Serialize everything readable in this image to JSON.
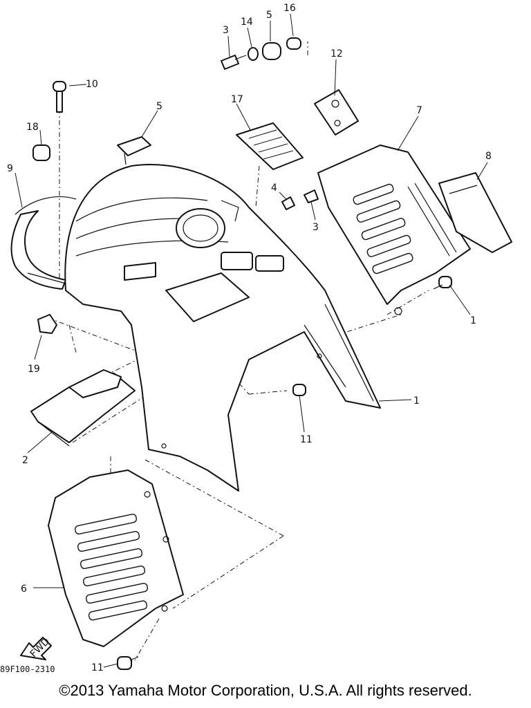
{
  "callouts": [
    "1",
    "1",
    "2",
    "3",
    "3",
    "4",
    "5",
    "5",
    "6",
    "7",
    "8",
    "9",
    "10",
    "11",
    "11",
    "12",
    "14",
    "16",
    "17",
    "18",
    "19"
  ],
  "fwd_label": "FWD",
  "drawing_code": "89F100-2310",
  "copyright": "©2013 Yamaha Motor Corporation, U.S.A. All rights reserved."
}
